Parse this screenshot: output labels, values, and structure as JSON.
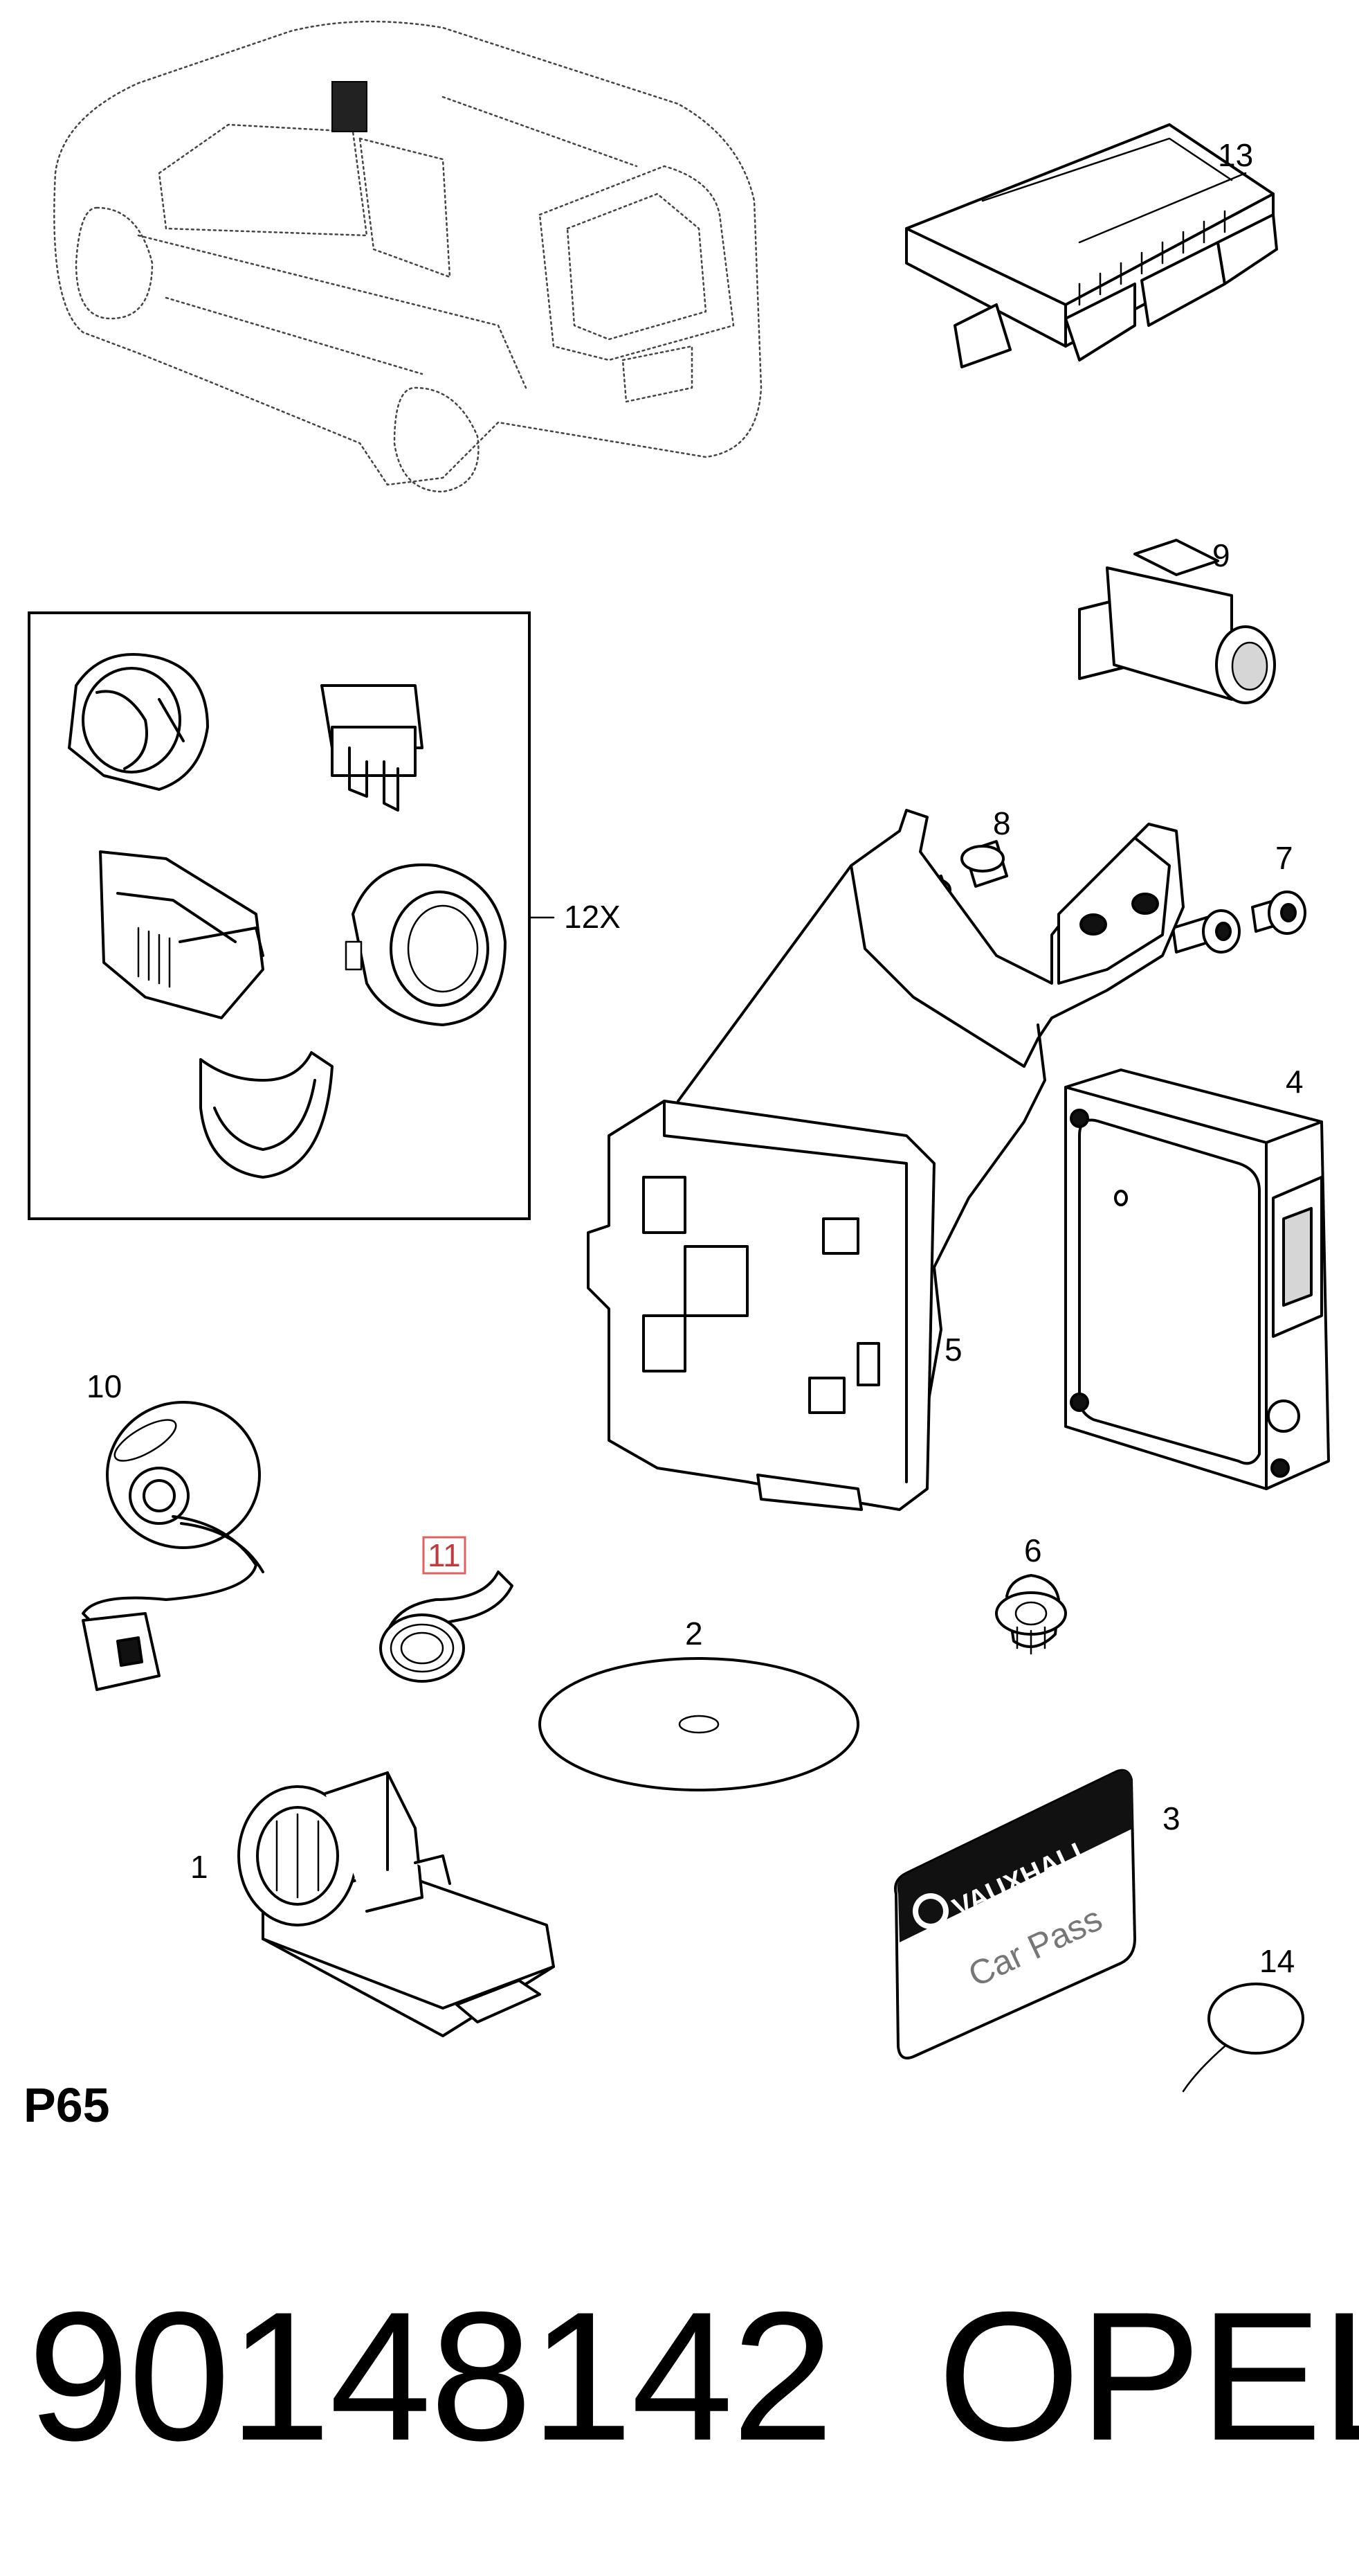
{
  "callouts": {
    "c1": "1",
    "c2": "2",
    "c3": "3",
    "c4": "4",
    "c5": "5",
    "c6": "6",
    "c7": "7",
    "c8": "8",
    "c9": "9",
    "c10": "10",
    "c11": "11",
    "c12": "12X",
    "c13": "13",
    "c14": "14"
  },
  "label_3": {
    "brand_text": "VAUXHALL",
    "card_text": "Car Pass"
  },
  "page_code": "P65",
  "part_number": "90148142",
  "brand": "OPEL",
  "colors": {
    "highlight_box": "#e06060",
    "ink": "#000000"
  }
}
